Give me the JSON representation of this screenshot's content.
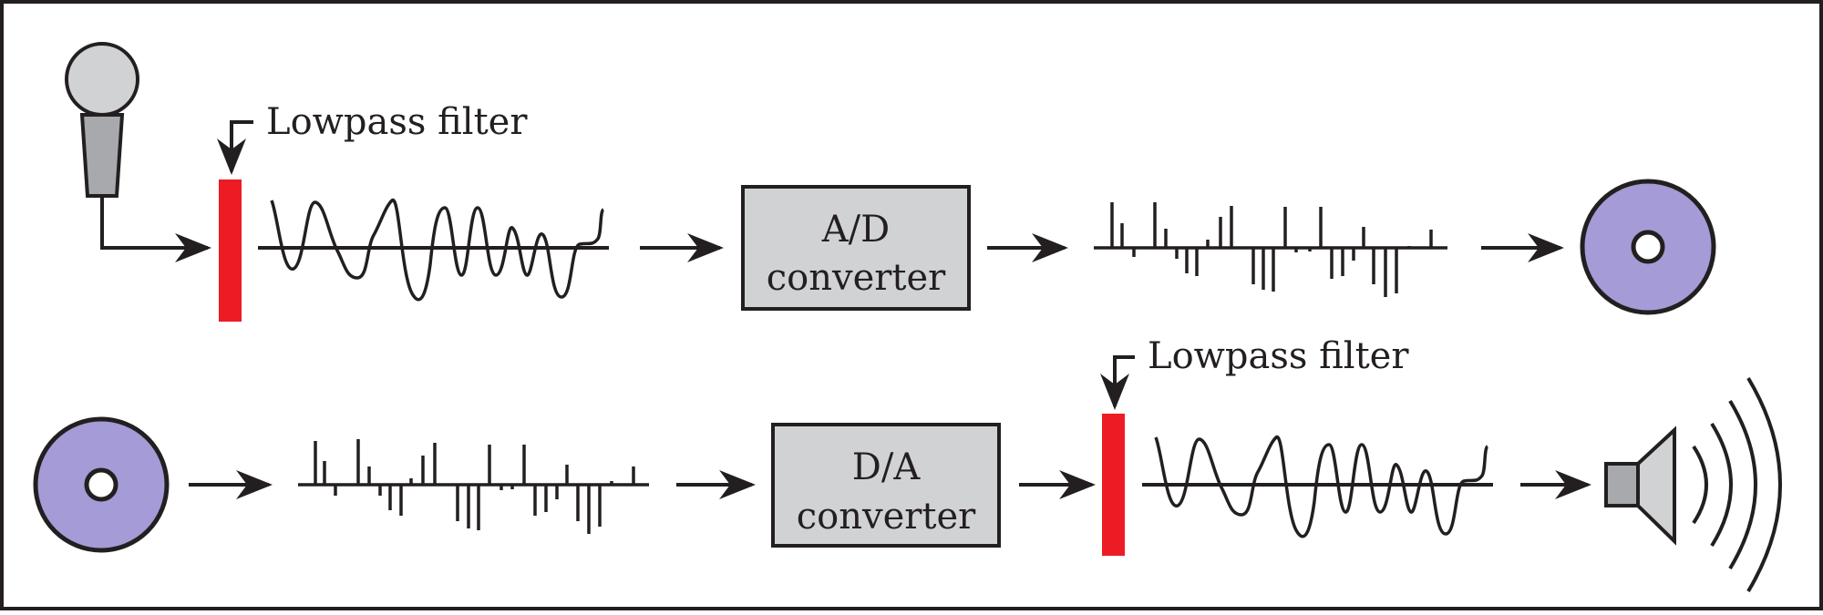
{
  "figure": {
    "labels": {
      "lowpass_top": "Lowpass filter",
      "lowpass_bottom": "Lowpass filter",
      "ad_line1": "A/D",
      "ad_line2": "converter",
      "da_line1": "D/A",
      "da_line2": "converter"
    },
    "colors": {
      "frame": "#231f20",
      "filter_red": "#ed1c24",
      "disc_purple": "#a59bd6",
      "box_gray": "#d1d2d4",
      "mic_gray": "#a7a9ac",
      "mic_head": "#d1d2d4"
    },
    "icons": [
      "microphone-icon",
      "disc-icon",
      "speaker-icon"
    ]
  }
}
